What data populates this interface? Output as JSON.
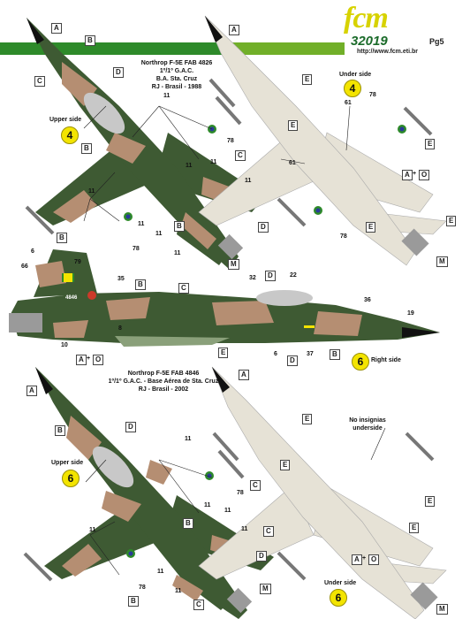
{
  "header": {
    "brand": "fcm",
    "code": "32019",
    "page": "Pg5",
    "url": "http://www.fcm.eti.br",
    "colors": {
      "brand_yellow": "#d7d200",
      "brand_green": "#1b6b2a",
      "bar_green": "#2e8a2a",
      "bar_yellow": "#e4e41a"
    }
  },
  "scheme_1": {
    "caption_line1": "Northrop F-5E FAB 4826",
    "caption_line2": "1º/1º G.A.C.",
    "caption_line3": "B.A. Sta. Cruz",
    "caption_line4": "RJ - Brasil - 1988",
    "upper_label": "Upper side",
    "upper_num": "4",
    "under_label": "Under side",
    "under_num": "4"
  },
  "scheme_2": {
    "caption_line1": "Northrop F-5E FAB 4846",
    "caption_line2": "1º/1º G.A.C. - Base Aérea de Sta. Cruz",
    "caption_line3": "RJ - Brasil - 2002",
    "upper_label": "Upper side",
    "upper_num": "6",
    "under_label": "Under side",
    "under_num": "6",
    "no_insignia_line1": "No insignias",
    "no_insignia_line2": "underside"
  },
  "side_view": {
    "label": "Right side",
    "num": "6",
    "serial": "4846"
  },
  "callouts": {
    "A": "A",
    "B": "B",
    "C": "C",
    "D": "D",
    "E": "E",
    "M": "M",
    "O": "O",
    "plus": "+",
    "n6": "6",
    "n8": "8",
    "n10": "10",
    "n11": "11",
    "n19": "19",
    "n22": "22",
    "n32": "32",
    "n35": "35",
    "n36": "36",
    "n37": "37",
    "n61": "61",
    "n66": "66",
    "n78": "78",
    "n79": "79"
  },
  "camo_colors": {
    "dark_green": "#3e5a33",
    "tan": "#b58e72",
    "light_gray": "#e6e2d6",
    "radome": "#111111"
  }
}
